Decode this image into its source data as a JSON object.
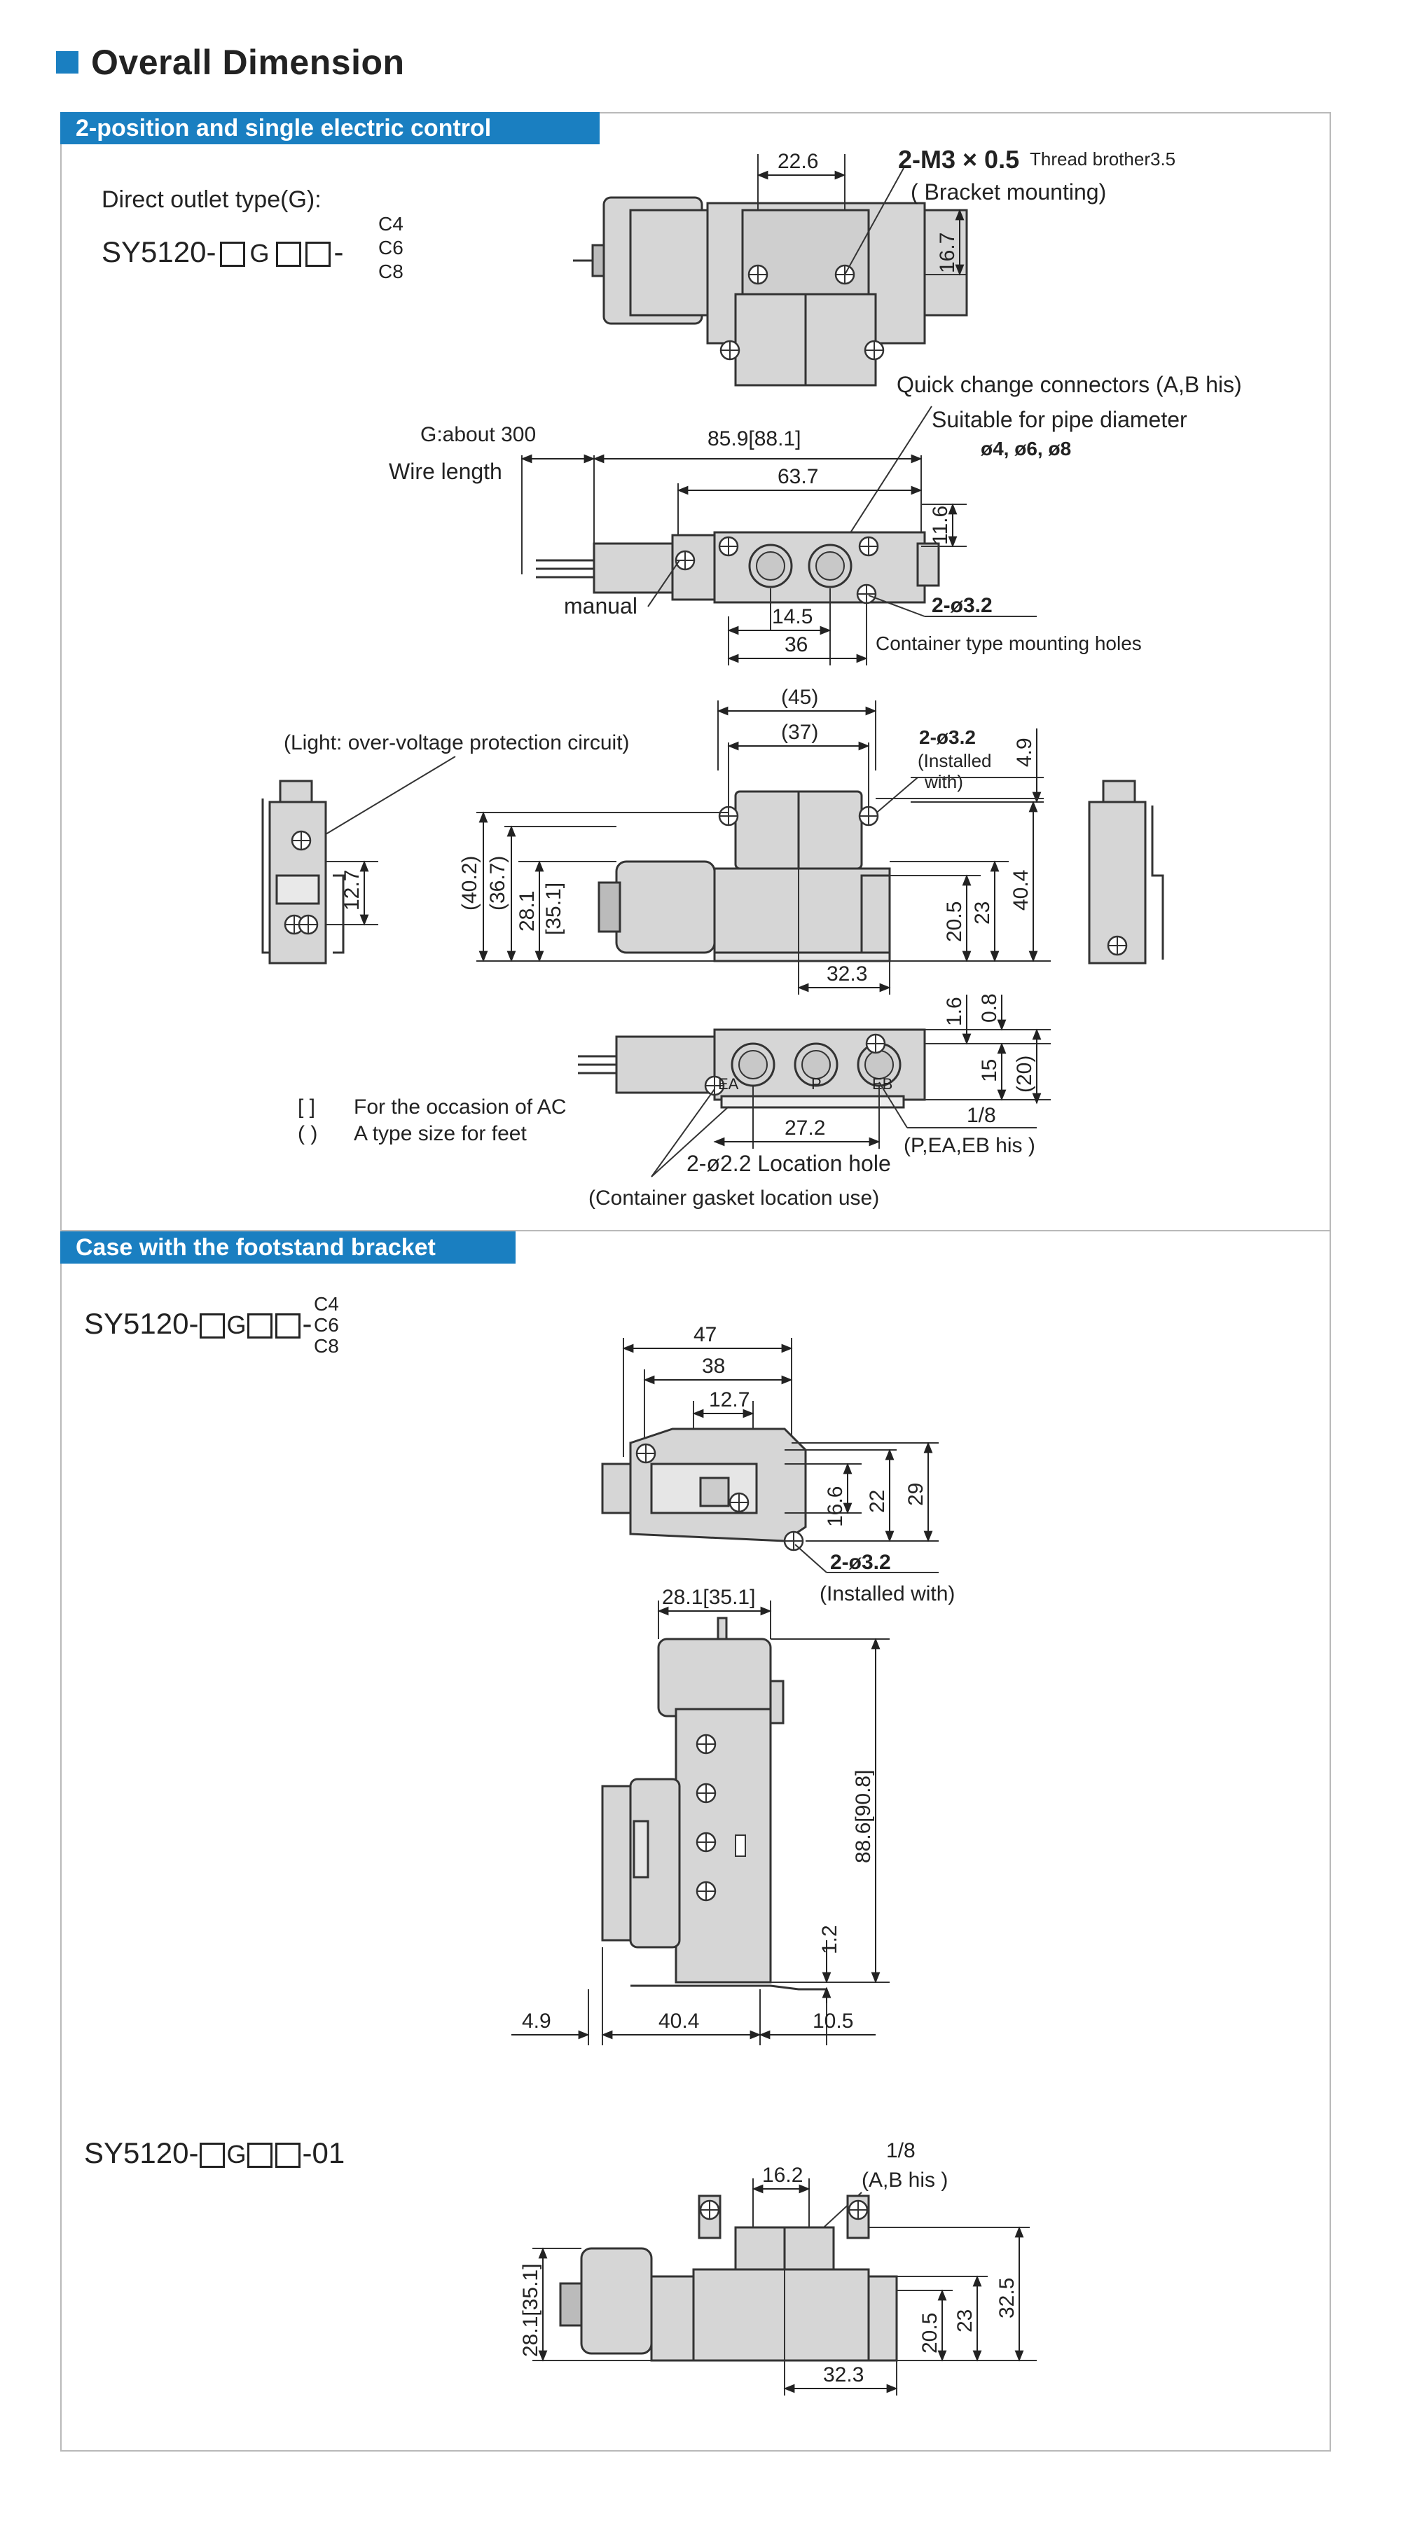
{
  "page": {
    "title": "Overall Dimension",
    "accent_color": "#1a7fc1",
    "sections": [
      {
        "banner": "2-position and single electric control"
      },
      {
        "banner": "Case with the footstand bracket"
      }
    ]
  },
  "section1": {
    "type_label": "Direct outlet type(G):",
    "model_prefix": "SY5120-",
    "model_mid": "G",
    "model_suffix": "-",
    "connectors": [
      "C4",
      "C6",
      "C8"
    ],
    "top_view": {
      "dim_width": "22.6",
      "thread_main": "2-M3 × 0.5",
      "thread_note": "Thread brother3.5",
      "bracket": "( Bracket mounting)",
      "dim_height": "16.7"
    },
    "side_view": {
      "quick_change": "Quick change connectors (A,B his)",
      "pipe_dia": "Suitable for pipe diameter",
      "pipe_sizes": "ø4, ø6, ø8",
      "wire_label": "G:about 300",
      "wire_length": "Wire length",
      "dim_overall": "85.9[88.1]",
      "dim_body": "63.7",
      "dim_116": "11.6",
      "manual": "manual",
      "dim_145": "14.5",
      "dim_36": "36",
      "holes": "2-ø3.2",
      "holes_note": "Container type mounting holes"
    },
    "front_view": {
      "dim_45": "(45)",
      "dim_37": "(37)",
      "light": "(Light: over-voltage protection circuit)",
      "holes": "2-ø3.2",
      "installed": "(Installed",
      "with": "with)",
      "dim_49": "4.9",
      "dim_127": "12.7",
      "dim_402": "(40.2)",
      "dim_367": "(36.7)",
      "dim_281": "28.1",
      "dim_351": "[35.1]",
      "dim_205": "20.5",
      "dim_23": "23",
      "dim_404": "40.4",
      "dim_323": "32.3"
    },
    "bottom_view": {
      "dim_16": "1.6",
      "dim_08": "0.8",
      "dim_15": "15",
      "dim_20": "(20)",
      "port_ea": "EA",
      "port_p": "P",
      "port_eb": "EB",
      "dim_272": "27.2",
      "port_size": "1/8",
      "ports": "(P,EA,EB  his )",
      "location_hole": "2-ø2.2 Location hole",
      "gasket": "(Container gasket location use)",
      "note_ac_bracket": "[   ]",
      "note_ac": "For the occasion of AC",
      "note_feet_bracket": "(   )",
      "note_feet": "A type size for feet"
    }
  },
  "section2": {
    "model_prefix": "SY5120-",
    "model_mid": "G",
    "model_suffix": "-",
    "connectors": [
      "C4",
      "C6",
      "C8"
    ],
    "top": {
      "dim_47": "47",
      "dim_38": "38",
      "dim_127": "12.7",
      "dim_166": "16.6",
      "dim_22": "22",
      "dim_29": "29",
      "holes": "2-ø3.2",
      "installed": "(Installed with)"
    },
    "side": {
      "dim_281": "28.1[35.1]",
      "dim_886": "88.6[90.8]",
      "dim_12": "1.2",
      "dim_49": "4.9",
      "dim_404": "40.4",
      "dim_105": "10.5"
    },
    "model2_prefix": "SY5120-",
    "model2_mid": "G",
    "model2_suffix": "-01",
    "bottom": {
      "port_size": "1/8",
      "ports": "(A,B  his )",
      "dim_162": "16.2",
      "dim_281": "28.1[35.1]",
      "dim_205": "20.5",
      "dim_23": "23",
      "dim_325": "32.5",
      "dim_323": "32.3"
    }
  }
}
